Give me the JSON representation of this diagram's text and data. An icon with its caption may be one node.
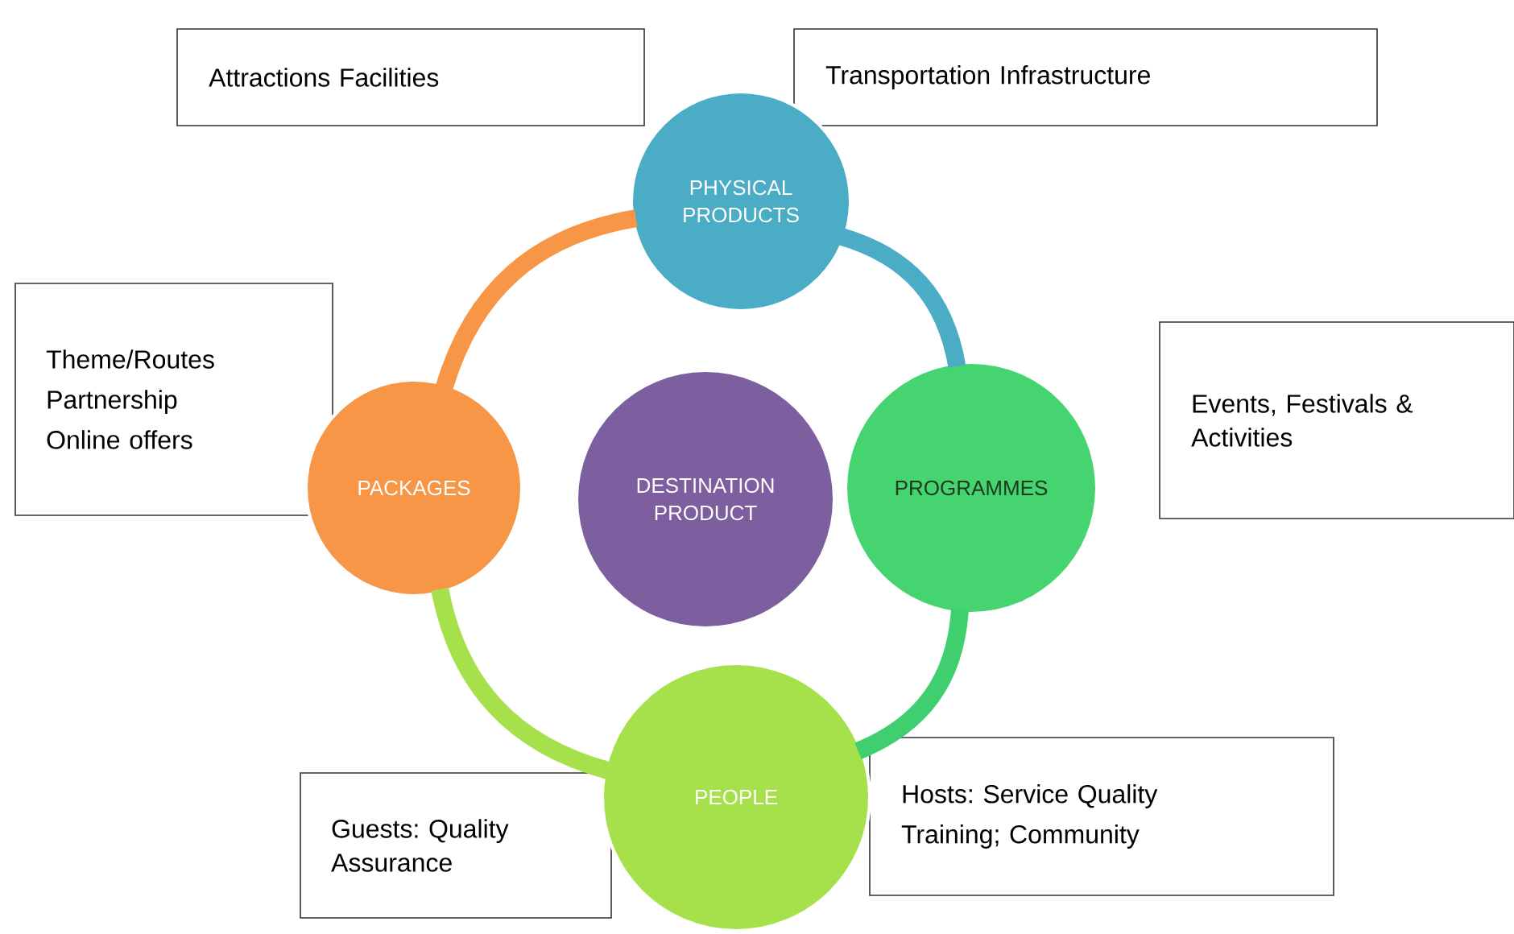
{
  "diagram": {
    "nodes": [
      {
        "text": [
          "Attractions Facilities"
        ]
      },
      {
        "text": [
          "PHYSICAL PRODUCTS"
        ]
      },
      {
        "text": [
          "Transportation Infrastructure"
        ]
      },
      {
        "text": [
          "Theme/Routes",
          "Partnership",
          "Online offers"
        ]
      },
      {
        "text": [
          "PACKAGES"
        ]
      },
      {
        "text": [
          "DESTINATION PRODUCT"
        ]
      },
      {
        "text": [
          "PROGRAMMES"
        ]
      },
      {
        "text": [
          "Events, Festivals & Activities"
        ]
      },
      {
        "text": [
          "Guests: Quality Assurance"
        ]
      },
      {
        "text": [
          "PEOPLE"
        ]
      },
      {
        "text": [
          "Hosts: Service Quality",
          "Training; Community"
        ]
      }
    ],
    "edges": [
      {
        "from": 1,
        "to": 6,
        "arrow": "none",
        "color": "#4bacc6"
      },
      {
        "from": 6,
        "to": 9,
        "arrow": "none",
        "color": "#3fcf6f"
      },
      {
        "from": 9,
        "to": 4,
        "arrow": "none",
        "color": "#a6e04a"
      },
      {
        "from": 4,
        "to": 1,
        "arrow": "none",
        "color": "#f79646"
      }
    ]
  }
}
